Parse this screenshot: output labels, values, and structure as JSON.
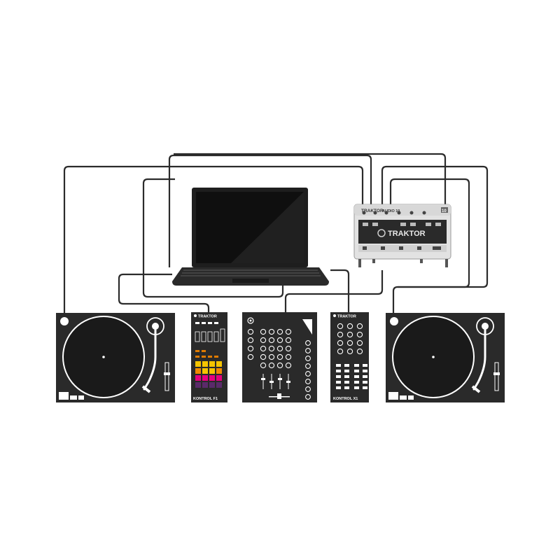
{
  "devices": {
    "audio_interface": {
      "brand": "TRAKTOR",
      "model": "AUDIO 10",
      "badge": "10"
    },
    "kontrol_f1": {
      "brand": "TRAKTOR",
      "label": "KONTROL F1"
    },
    "kontrol_x1": {
      "brand": "TRAKTOR",
      "label": "KONTROL X1"
    }
  },
  "colors": {
    "device_body": "#2a2a2a",
    "cable": "#2b2b2b",
    "f1_pad_row1": [
      "#f5c400",
      "#f5c400",
      "#f5c400",
      "#f5c400"
    ],
    "f1_pad_row2": [
      "#f08a00",
      "#f5c400",
      "#f5c400",
      "#f08a00"
    ],
    "f1_pad_row3": [
      "#e5007e",
      "#e5007e",
      "#e5007e",
      "#e5007e"
    ],
    "f1_pad_row4": [
      "#5a2a6a",
      "#5a2a6a",
      "#5a2a6a",
      "#5a2a6a"
    ]
  },
  "icons": [
    "turntable-icon",
    "laptop-icon",
    "audio-interface-icon",
    "mixer-icon",
    "controller-icon"
  ]
}
